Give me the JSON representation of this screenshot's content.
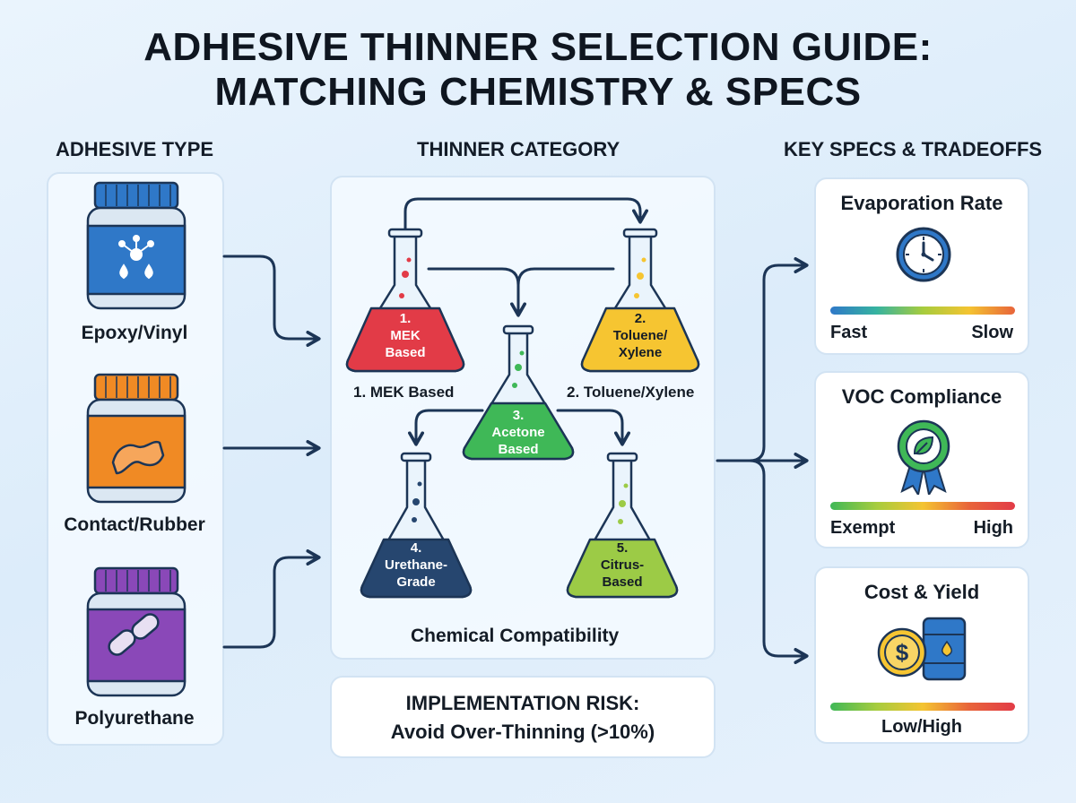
{
  "title": {
    "line1": "ADHESIVE THINNER SELECTION GUIDE:",
    "line2": "MATCHING CHEMISTRY & SPECS"
  },
  "columns": {
    "adhesive": "ADHESIVE TYPE",
    "thinner": "THINNER CATEGORY",
    "specs": "KEY SPECS & TRADEOFFS"
  },
  "adhesives": [
    {
      "label": "Epoxy/Vinyl",
      "color": "#2f78c8",
      "icon": "molecule-droplets-icon"
    },
    {
      "label": "Contact/Rubber",
      "color": "#f08a24",
      "icon": "rubber-strip-icon"
    },
    {
      "label": "Polyurethane",
      "color": "#8a48b8",
      "icon": "link-chain-icon"
    }
  ],
  "thinners": [
    {
      "text": "1.\nMEK\nBased",
      "caption": "1. MEK Based",
      "color": "#e23b47"
    },
    {
      "text": "2.\nToluene/\nXylene",
      "caption": "2. Toluene/Xylene",
      "color": "#f6c531"
    },
    {
      "text": "3.\nAcetone\nBased",
      "color": "#3fb857"
    },
    {
      "text": "4.\nUrethane-\nGrade",
      "color": "#26466f"
    },
    {
      "text": "5.\nCitrus-\nBased",
      "color": "#9ccb46"
    }
  ],
  "thinner_footer": "Chemical Compatibility",
  "risk": {
    "line1": "IMPLEMENTATION RISK:",
    "line2": "Avoid Over-Thinning (>10%)"
  },
  "specs": [
    {
      "title": "Evaporation Rate",
      "icon": "clock-icon",
      "left": "Fast",
      "right": "Slow"
    },
    {
      "title": "VOC Compliance",
      "icon": "leaf-award-ribbon-icon",
      "left": "Exempt",
      "right": "High"
    },
    {
      "title": "Cost & Yield",
      "icon": "dollar-coin-barrel-icon",
      "center": "Low/High"
    }
  ],
  "colors": {
    "arrow": "#1c3556",
    "card_border": "#d2e3f3"
  }
}
